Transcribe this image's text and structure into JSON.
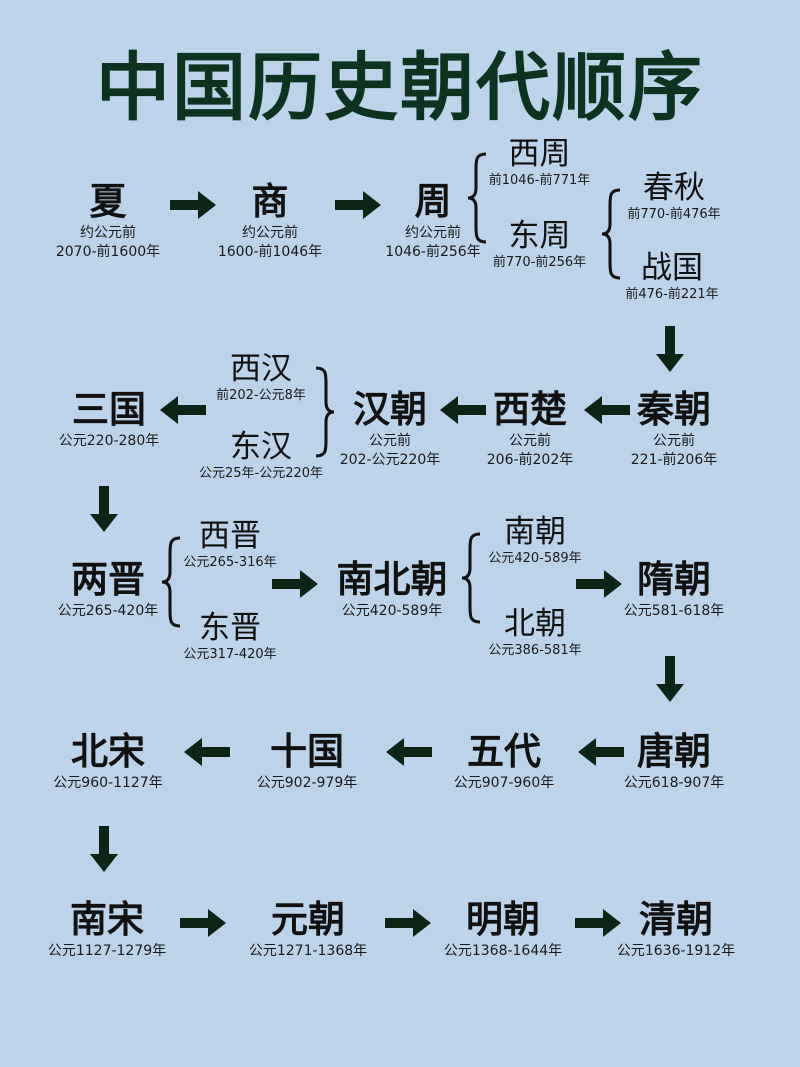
{
  "title": "中国历史朝代顺序",
  "colors": {
    "background": "#bcd3ea",
    "title": "#0c3220",
    "arrow": "#0b2416",
    "text": "#111111"
  },
  "nodes": {
    "xia": {
      "name": "夏",
      "date1": "约公元前",
      "date2": "2070-前1600年"
    },
    "shang": {
      "name": "商",
      "date1": "约公元前",
      "date2": "1600-前1046年"
    },
    "zhou": {
      "name": "周",
      "date1": "约公元前",
      "date2": "1046-前256年"
    },
    "xizhou": {
      "name": "西周",
      "date": "前1046-前771年"
    },
    "dongzhou": {
      "name": "东周",
      "date": "前770-前256年"
    },
    "chunqiu": {
      "name": "春秋",
      "date": "前770-前476年"
    },
    "zhanguo": {
      "name": "战国",
      "date": "前476-前221年"
    },
    "qin": {
      "name": "秦朝",
      "date1": "公元前",
      "date2": "221-前206年"
    },
    "xichu": {
      "name": "西楚",
      "date1": "公元前",
      "date2": "206-前202年"
    },
    "han": {
      "name": "汉朝",
      "date1": "公元前",
      "date2": "202-公元220年"
    },
    "xihan": {
      "name": "西汉",
      "date": "前202-公元8年"
    },
    "donghan": {
      "name": "东汉",
      "date": "公元25年-公元220年"
    },
    "sanguo": {
      "name": "三国",
      "date": "公元220-280年"
    },
    "liangjin": {
      "name": "两晋",
      "date": "公元265-420年"
    },
    "xijin": {
      "name": "西晋",
      "date": "公元265-316年"
    },
    "dongjin": {
      "name": "东晋",
      "date": "公元317-420年"
    },
    "nanbeichao": {
      "name": "南北朝",
      "date": "公元420-589年"
    },
    "nanchao": {
      "name": "南朝",
      "date": "公元420-589年"
    },
    "beichao": {
      "name": "北朝",
      "date": "公元386-581年"
    },
    "sui": {
      "name": "隋朝",
      "date": "公元581-618年"
    },
    "tang": {
      "name": "唐朝",
      "date": "公元618-907年"
    },
    "wudai": {
      "name": "五代",
      "date": "公元907-960年"
    },
    "shiguo": {
      "name": "十国",
      "date": "公元902-979年"
    },
    "beisong": {
      "name": "北宋",
      "date": "公元960-1127年"
    },
    "nansong": {
      "name": "南宋",
      "date": "公元1127-1279年"
    },
    "yuan": {
      "name": "元朝",
      "date": "公元1271-1368年"
    },
    "ming": {
      "name": "明朝",
      "date": "公元1368-1644年"
    },
    "qing": {
      "name": "清朝",
      "date": "公元1636-1912年"
    }
  }
}
